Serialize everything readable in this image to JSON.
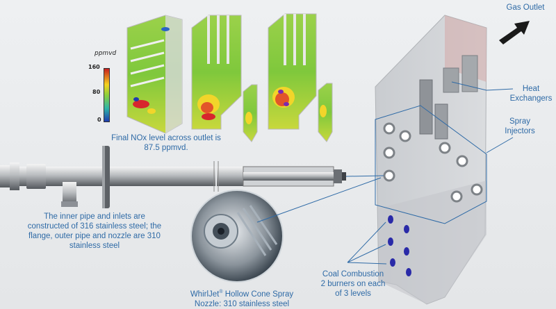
{
  "legend": {
    "unit": "ppmvd",
    "ticks": [
      "160",
      "80",
      "0"
    ]
  },
  "captions": {
    "nox_line1": "Final NOx level across outlet is",
    "nox_line2": "87.5 ppmvd.",
    "pipe_line1": "The inner pipe and inlets are",
    "pipe_line2": "constructed of 316 stainless steel; the",
    "pipe_line3": "flange, outer pipe and nozzle are 310",
    "pipe_line4": "stainless steel",
    "nozzle_line1_a": "WhirlJet",
    "nozzle_line1_reg": "®",
    "nozzle_line1_b": " Hollow Cone Spray",
    "nozzle_line2": "Nozzle: 310 stainless steel",
    "gas_outlet": "Gas Outlet",
    "heat_line1": "Heat",
    "heat_line2": "Exchangers",
    "spray_line1": "Spray",
    "spray_line2": "Injectors",
    "coal_line1": "Coal Combustion",
    "coal_line2": "2 burners on each",
    "coal_line3": "of 3 levels"
  },
  "colors": {
    "accent": "#2e6aa6",
    "nox_high": "#d7262d",
    "nox_mid": "#f2d52a",
    "nox_low_green": "#8ccd3e",
    "burner": "#2a2aa8"
  }
}
